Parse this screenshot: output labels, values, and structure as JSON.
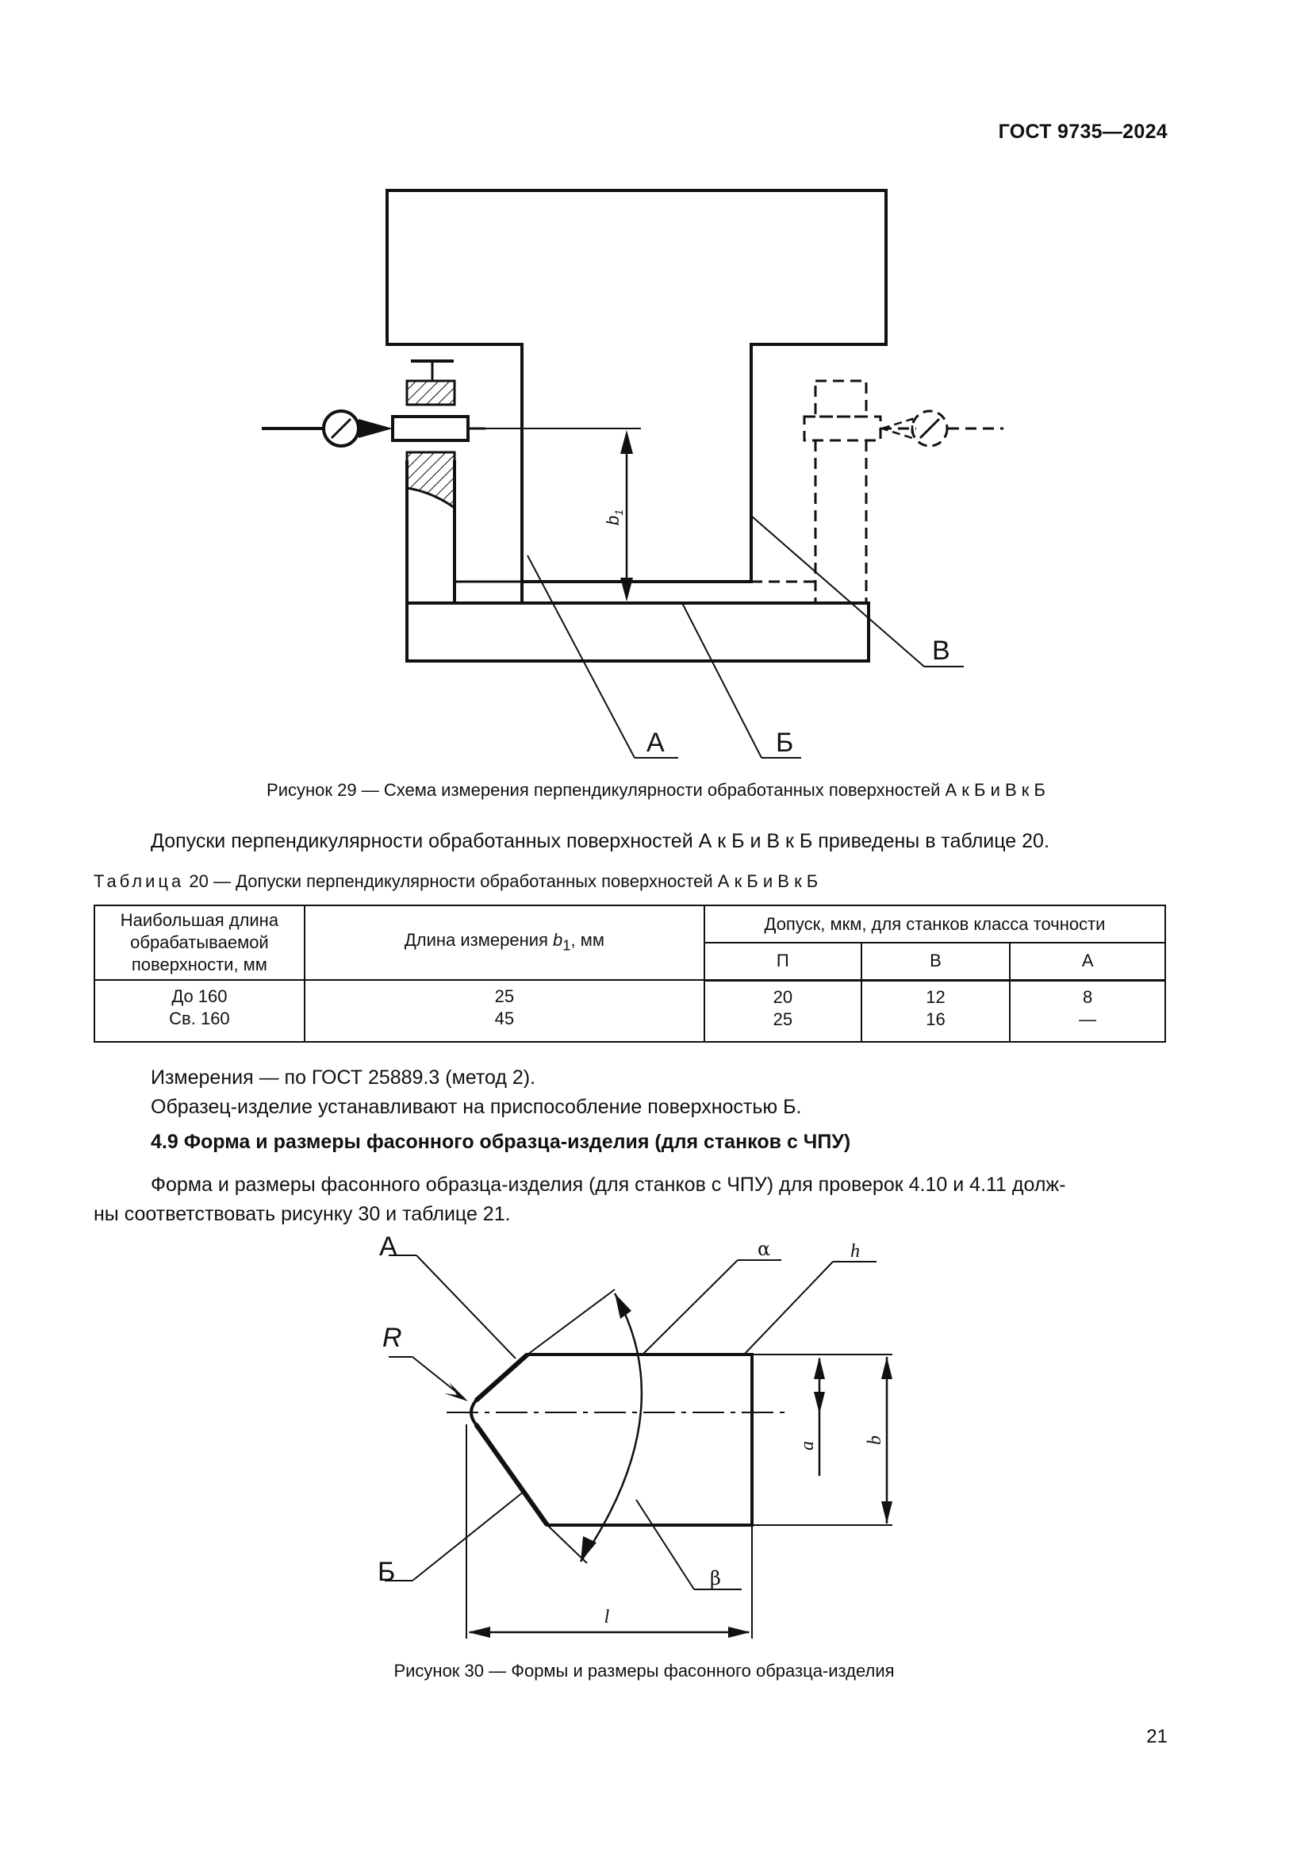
{
  "header": {
    "doc_id": "ГОСТ 9735—2024"
  },
  "figure29": {
    "labels": {
      "A": "А",
      "B": "Б",
      "V": "В",
      "b1": "b",
      "b1_sub": "1"
    },
    "caption": "Рисунок 29 — Схема измерения перпендикулярности обработанных поверхностей А к Б и В к Б"
  },
  "intro": "Допуски перпендикулярности обработанных поверхностей А к Б и В к Б приведены в таблице 20.",
  "table20": {
    "caption_prefix": "Таблица",
    "caption_rest": " 20 — Допуски перпендикулярности обработанных поверхностей А к Б и В к Б",
    "col1": "Наибольшая длина обрабатываемой поверхности, мм",
    "col2_prefix": "Длина измерения ",
    "col2_var": "b",
    "col2_sub": "1",
    "col2_suffix": ", мм",
    "group": "Допуск, мкм, для станков класса точности",
    "classes": [
      "П",
      "В",
      "А"
    ],
    "rows": [
      {
        "length": "До 160",
        "meas": "25",
        "p": "20",
        "v": "12",
        "a": "8"
      },
      {
        "length": "Св. 160",
        "meas": "45",
        "p": "25",
        "v": "16",
        "a": "—"
      }
    ]
  },
  "notes": [
    "Измерения — по ГОСТ 25889.3 (метод 2).",
    "Образец-изделие устанавливают на приспособление поверхностью Б."
  ],
  "section": {
    "title": "4.9 Форма и размеры фасонного образца-изделия (для станков с ЧПУ)"
  },
  "section_text": [
    "Форма и размеры фасонного образца-изделия (для станков с ЧПУ) для проверок 4.10 и 4.11 долж-",
    "ны соответствовать рисунку 30 и таблице 21."
  ],
  "figure30": {
    "labels": {
      "A": "А",
      "R": "R",
      "B": "Б",
      "alpha": "α",
      "beta": "β",
      "h": "h",
      "a": "a",
      "b": "b",
      "l": "l"
    },
    "caption": "Рисунок 30 — Формы и размеры фасонного образца-изделия"
  },
  "page_number": "21"
}
